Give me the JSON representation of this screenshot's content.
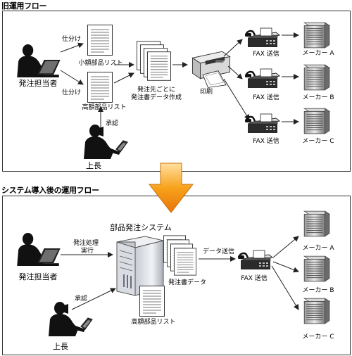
{
  "old_flow": {
    "title": "旧運用フロー",
    "orderer": "発注担当者",
    "sort_top": "仕分け",
    "sort_bottom": "仕分け",
    "small_list": "小額部品リスト",
    "large_list": "高額部品リスト",
    "approval": "承認",
    "boss": "上長",
    "per_vendor_line1": "発注先ごとに",
    "per_vendor_line2": "発注書データ作成",
    "print": "印刷",
    "fax1": "FAX 送信",
    "fax2": "FAX 送信",
    "fax3": "FAX 送信",
    "maker_a": "メーカー A",
    "maker_b": "メーカー B",
    "maker_c": "メーカー C"
  },
  "new_flow": {
    "title": "システム導入後の運用フロー",
    "system": "部品発注システム",
    "orderer": "発注担当者",
    "exec_line1": "発注処理",
    "exec_line2": "実行",
    "approval": "承認",
    "boss": "上長",
    "order_data": "発注書データ",
    "large_list": "高額部品リスト",
    "data_send": "データ送信",
    "fax": "FAX 送信",
    "maker_a": "メーカー A",
    "maker_b": "メーカー B",
    "maker_c": "メーカー C"
  },
  "colors": {
    "transition_arrow": "#f39c12",
    "line": "#222222"
  }
}
